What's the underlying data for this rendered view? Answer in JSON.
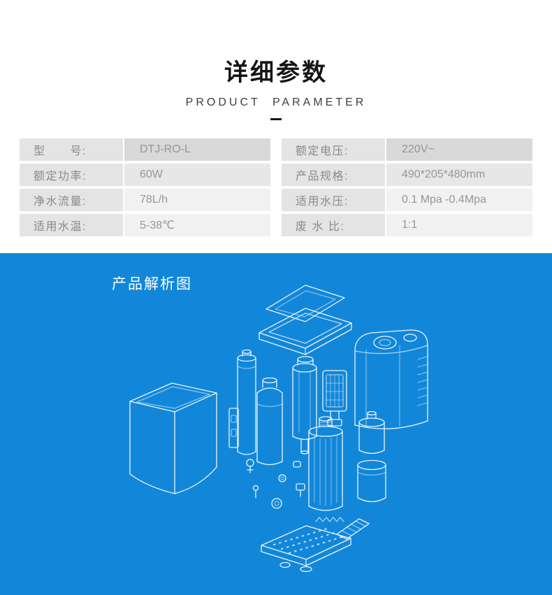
{
  "header": {
    "title": "详细参数",
    "subtitle": "PRODUCT PARAMETER"
  },
  "spec_table": {
    "left": [
      {
        "label": "型　　号:",
        "value": "DTJ-RO-L"
      },
      {
        "label": "额定功率:",
        "value": "60W"
      },
      {
        "label": "净水流量:",
        "value": "78L/h"
      },
      {
        "label": "适用水温:",
        "value": "5-38℃"
      }
    ],
    "right": [
      {
        "label": "额定电压:",
        "value": "220V~"
      },
      {
        "label": "产品规格:",
        "value": "490*205*480mm"
      },
      {
        "label": "适用水压:",
        "value": "0.1 Mpa -0.4Mpa"
      },
      {
        "label": "废 水 比:",
        "value": "1:1"
      }
    ]
  },
  "diagram": {
    "title": "产品解析图",
    "description": "exploded-view line drawing of water purifier parts"
  },
  "colors": {
    "diagram_background": "#1287d9",
    "diagram_lines": "#ffffff",
    "title_text": "#141414",
    "table_text": "#8e8e8e"
  }
}
